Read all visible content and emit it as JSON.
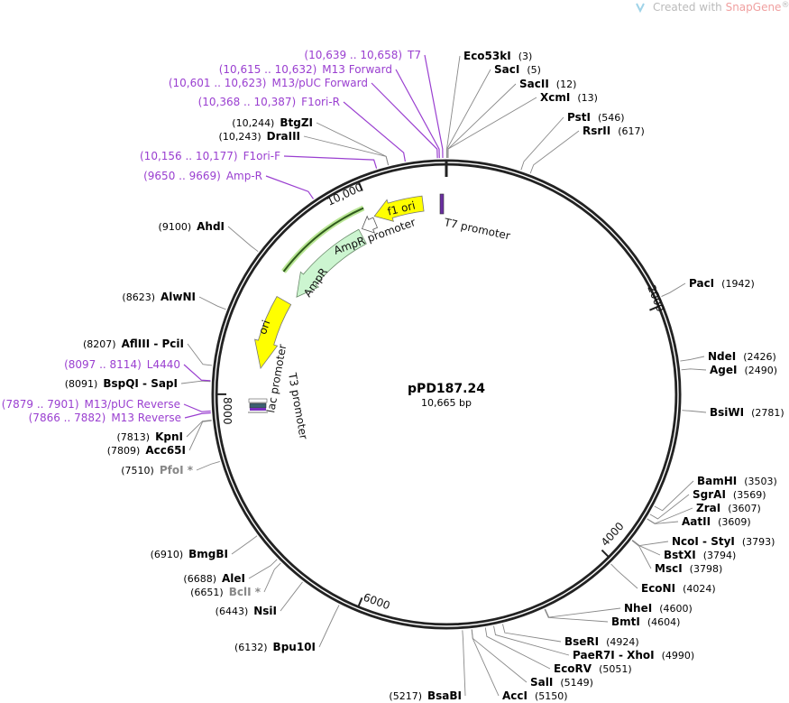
{
  "watermark": {
    "prefix": "Created with ",
    "brand": "SnapGene",
    "suffix": "®",
    "brand_color": "#f4a7a7"
  },
  "plasmid": {
    "name": "pPD187.24",
    "length_label": "10,665 bp",
    "length_bp": 10665
  },
  "ticks": [
    {
      "bp": 2000,
      "label": "2000"
    },
    {
      "bp": 4000,
      "label": "4000"
    },
    {
      "bp": 6000,
      "label": "6000"
    },
    {
      "bp": 8000,
      "label": "8000"
    },
    {
      "bp": 10000,
      "label": "10,000"
    }
  ],
  "features": {
    "f1_ori": "f1 ori",
    "ampr_promoter": "AmpR promoter",
    "ampr": "AmpR",
    "ori": "ori",
    "t7_promoter": "T7 promoter",
    "lac_promoter": "lac promoter",
    "t3_promoter": "T3 promoter"
  },
  "colors": {
    "primer": "#9a3fd0",
    "site": "#000000",
    "nonunique": "#888888",
    "feature_yellow": "#ffff00",
    "ampr_fill": "#ccf5d0"
  },
  "sites": [
    {
      "name": "Eco53kI",
      "pos": "(3)",
      "bp": 3,
      "type": "site"
    },
    {
      "name": "SacI",
      "pos": "(5)",
      "bp": 5,
      "type": "site"
    },
    {
      "name": "SacII",
      "pos": "(12)",
      "bp": 12,
      "type": "site"
    },
    {
      "name": "XcmI",
      "pos": "(13)",
      "bp": 13,
      "type": "site"
    },
    {
      "name": "PstI",
      "pos": "(546)",
      "bp": 546,
      "type": "site"
    },
    {
      "name": "RsrII",
      "pos": "(617)",
      "bp": 617,
      "type": "site"
    },
    {
      "name": "PacI",
      "pos": "(1942)",
      "bp": 1942,
      "type": "site"
    },
    {
      "name": "NdeI",
      "pos": "(2426)",
      "bp": 2426,
      "type": "site"
    },
    {
      "name": "AgeI",
      "pos": "(2490)",
      "bp": 2490,
      "type": "site"
    },
    {
      "name": "BsiWI",
      "pos": "(2781)",
      "bp": 2781,
      "type": "site"
    },
    {
      "name": "BamHI",
      "pos": "(3503)",
      "bp": 3503,
      "type": "site"
    },
    {
      "name": "SgrAI",
      "pos": "(3569)",
      "bp": 3569,
      "type": "site"
    },
    {
      "name": "ZraI",
      "pos": "(3607)",
      "bp": 3607,
      "type": "site"
    },
    {
      "name": "AatII",
      "pos": "(3609)",
      "bp": 3609,
      "type": "site"
    },
    {
      "name": "NcoI - StyI",
      "pos": "(3793)",
      "bp": 3793,
      "type": "site"
    },
    {
      "name": "BstXI",
      "pos": "(3794)",
      "bp": 3794,
      "type": "site"
    },
    {
      "name": "MscI",
      "pos": "(3798)",
      "bp": 3798,
      "type": "site"
    },
    {
      "name": "EcoNI",
      "pos": "(4024)",
      "bp": 4024,
      "type": "site"
    },
    {
      "name": "NheI",
      "pos": "(4600)",
      "bp": 4600,
      "type": "site"
    },
    {
      "name": "BmtI",
      "pos": "(4604)",
      "bp": 4604,
      "type": "site"
    },
    {
      "name": "BseRI",
      "pos": "(4924)",
      "bp": 4924,
      "type": "site"
    },
    {
      "name": "PaeR7I - XhoI",
      "pos": "(4990)",
      "bp": 4990,
      "type": "site"
    },
    {
      "name": "EcoRV",
      "pos": "(5051)",
      "bp": 5051,
      "type": "site"
    },
    {
      "name": "SalI",
      "pos": "(5149)",
      "bp": 5149,
      "type": "site"
    },
    {
      "name": "AccI",
      "pos": "(5150)",
      "bp": 5150,
      "type": "site"
    },
    {
      "name": "BsaBI",
      "pos": "(5217)",
      "bp": 5217,
      "type": "site"
    },
    {
      "name": "Bpu10I",
      "pos": "(6132)",
      "bp": 6132,
      "type": "site"
    },
    {
      "name": "NsiI",
      "pos": "(6443)",
      "bp": 6443,
      "type": "site"
    },
    {
      "name": "BclI *",
      "pos": "(6651)",
      "bp": 6651,
      "type": "nonunique"
    },
    {
      "name": "AleI",
      "pos": "(6688)",
      "bp": 6688,
      "type": "site"
    },
    {
      "name": "BmgBI",
      "pos": "(6910)",
      "bp": 6910,
      "type": "site"
    },
    {
      "name": "PfoI *",
      "pos": "(7510)",
      "bp": 7510,
      "type": "nonunique"
    },
    {
      "name": "Acc65I",
      "pos": "(7809)",
      "bp": 7809,
      "type": "site"
    },
    {
      "name": "KpnI",
      "pos": "(7813)",
      "bp": 7813,
      "type": "site"
    },
    {
      "name": "M13 Reverse",
      "pos": "(7866 .. 7882)",
      "bp": 7866,
      "type": "primer"
    },
    {
      "name": "M13/pUC Reverse",
      "pos": "(7879 .. 7901)",
      "bp": 7879,
      "type": "primer"
    },
    {
      "name": "BspQI - SapI",
      "pos": "(8091)",
      "bp": 8091,
      "type": "site"
    },
    {
      "name": "L4440",
      "pos": "(8097 .. 8114)",
      "bp": 8097,
      "type": "primer"
    },
    {
      "name": "AflIII - PciI",
      "pos": "(8207)",
      "bp": 8207,
      "type": "site"
    },
    {
      "name": "AlwNI",
      "pos": "(8623)",
      "bp": 8623,
      "type": "site"
    },
    {
      "name": "AhdI",
      "pos": "(9100)",
      "bp": 9100,
      "type": "site"
    },
    {
      "name": "Amp-R",
      "pos": "(9650 .. 9669)",
      "bp": 9650,
      "type": "primer"
    },
    {
      "name": "F1ori-F",
      "pos": "(10,156 .. 10,177)",
      "bp": 10156,
      "type": "primer"
    },
    {
      "name": "DraIII",
      "pos": "(10,243)",
      "bp": 10243,
      "type": "site"
    },
    {
      "name": "BtgZI",
      "pos": "(10,244)",
      "bp": 10244,
      "type": "site"
    },
    {
      "name": "F1ori-R",
      "pos": "(10,368 .. 10,387)",
      "bp": 10368,
      "type": "primer"
    },
    {
      "name": "M13/pUC Forward",
      "pos": "(10,601 .. 10,623)",
      "bp": 10601,
      "type": "primer"
    },
    {
      "name": "M13 Forward",
      "pos": "(10,615 .. 10,632)",
      "bp": 10615,
      "type": "primer"
    },
    {
      "name": "T7",
      "pos": "(10,639 .. 10,658)",
      "bp": 10639,
      "type": "primer"
    }
  ]
}
